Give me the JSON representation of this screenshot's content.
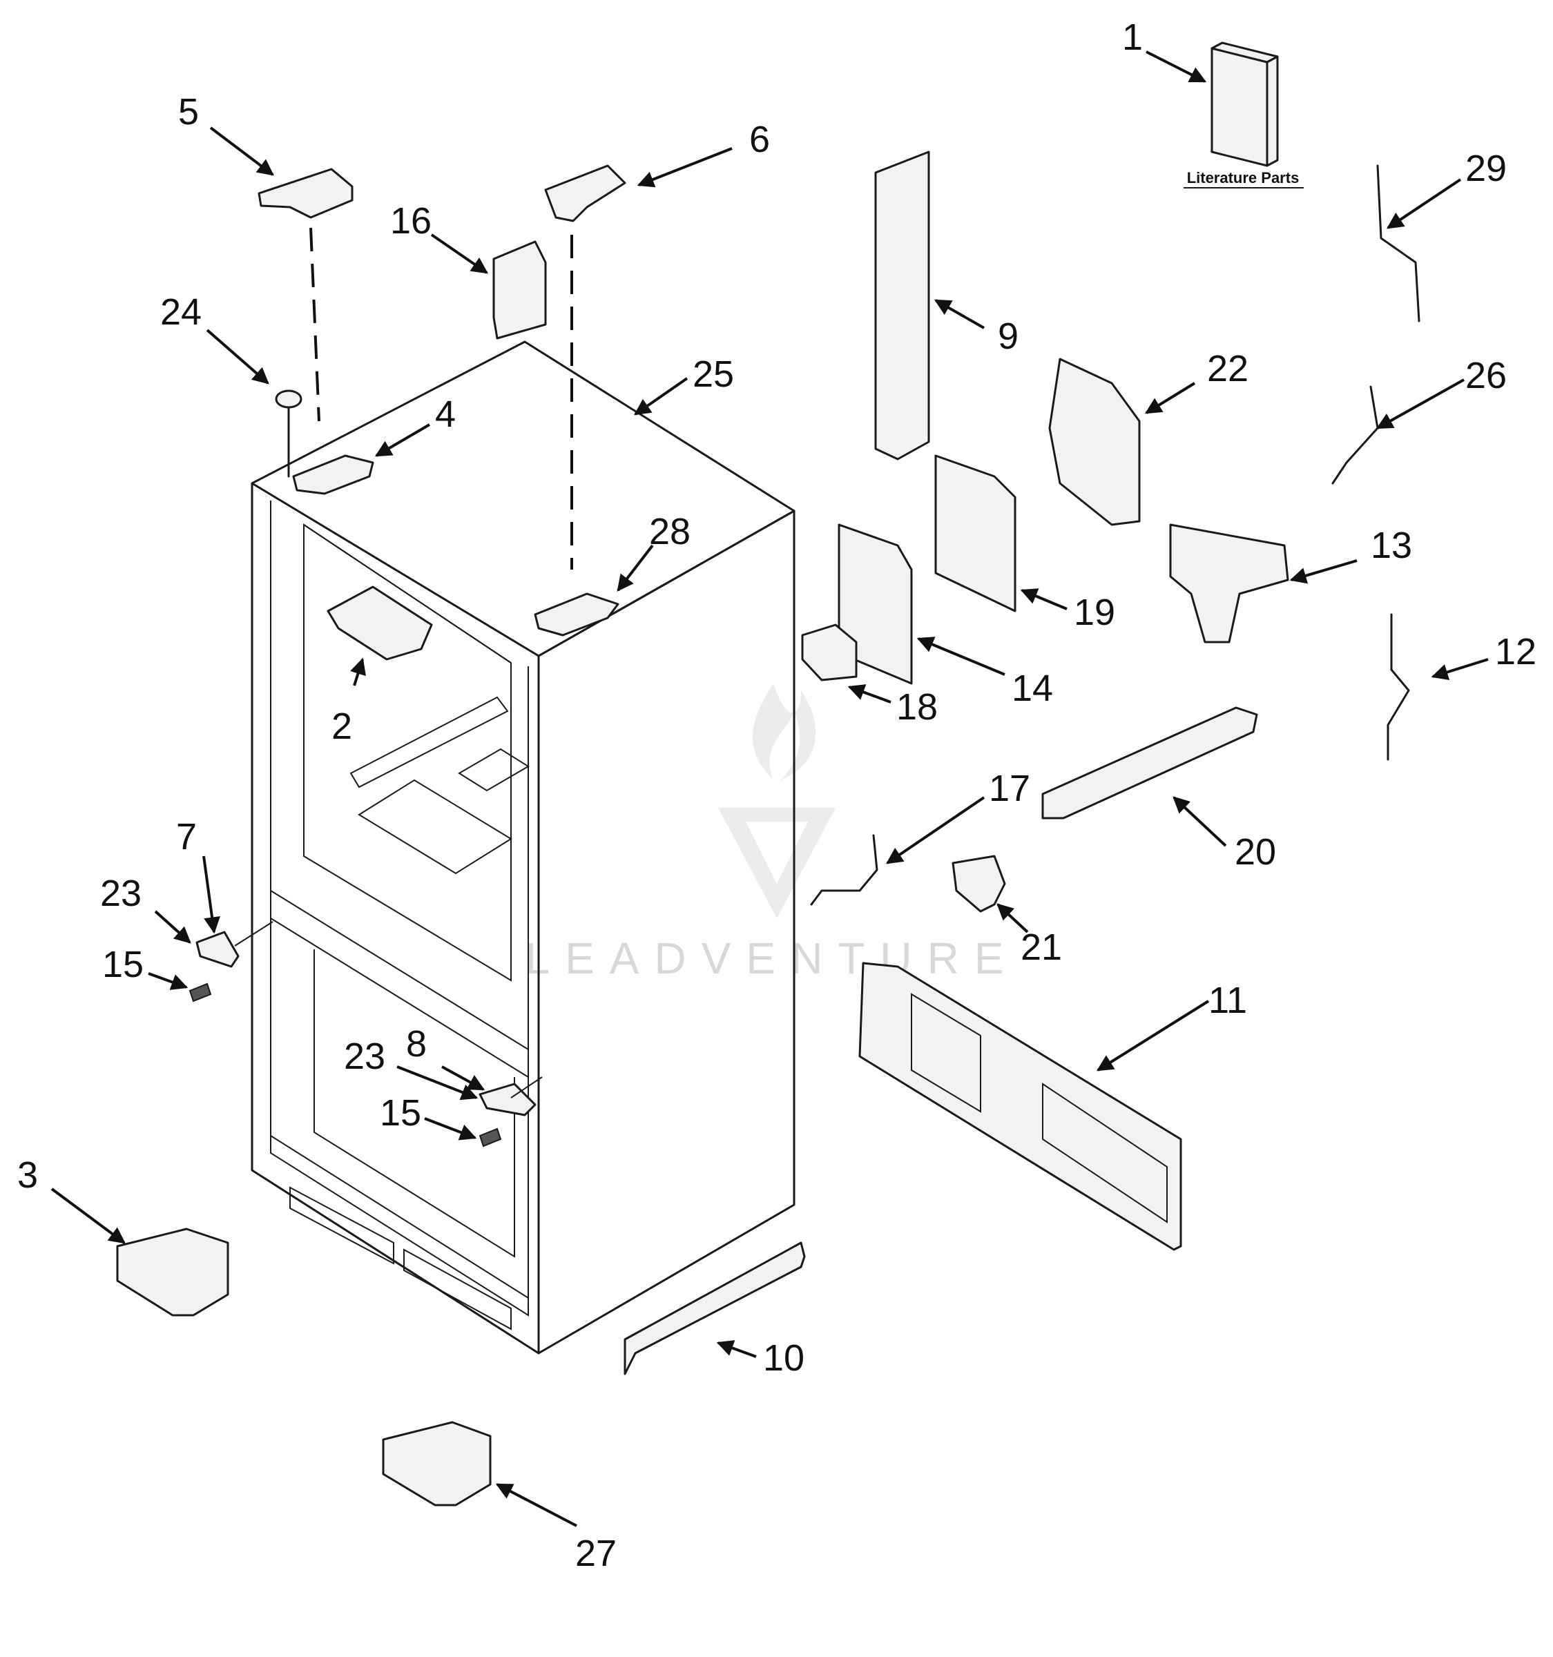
{
  "literature_label": "Literature Parts",
  "watermark_text": "LEADVENTURE",
  "callouts": [
    "1",
    "2",
    "3",
    "4",
    "5",
    "6",
    "7",
    "8",
    "9",
    "10",
    "11",
    "12",
    "13",
    "14",
    "15",
    "15",
    "16",
    "17",
    "18",
    "19",
    "20",
    "21",
    "22",
    "23",
    "23",
    "24",
    "25",
    "26",
    "27",
    "28",
    "29"
  ],
  "colors": {
    "ink": "#111111",
    "watermark": "#d8d8d8"
  }
}
